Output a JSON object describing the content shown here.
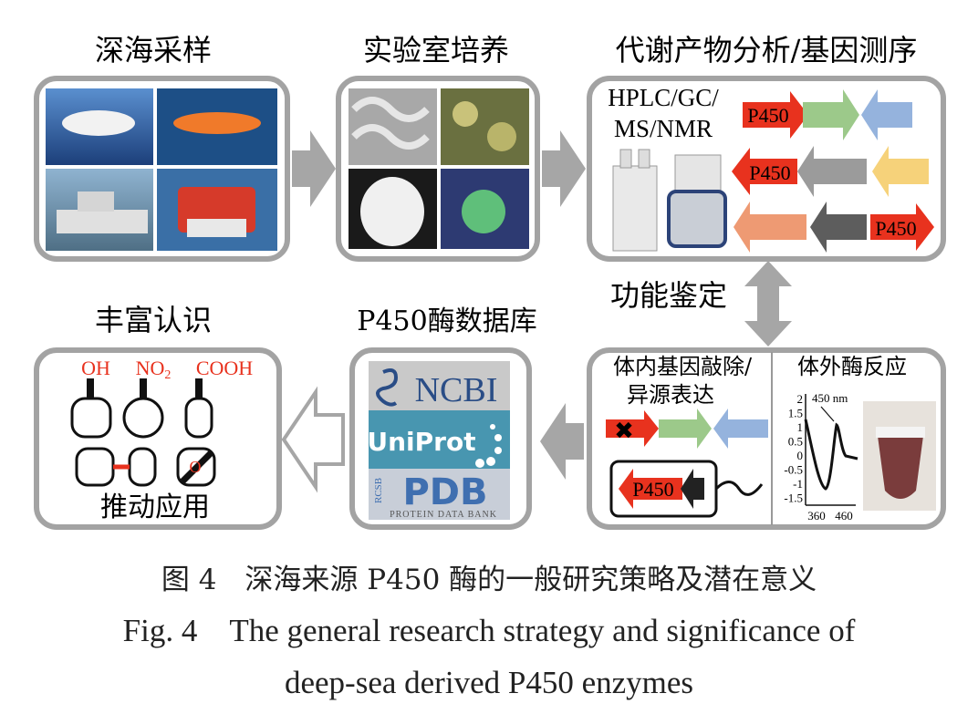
{
  "titles": {
    "sampling": "深海采样",
    "culture": "实验室培养",
    "analysis": "代谢产物分析/基因测序",
    "function": "功能鉴定",
    "knowledge": "丰富认识",
    "database": "P450酶数据库"
  },
  "analysis_box": {
    "instrument_line1": "HPLC/GC/",
    "instrument_line2": "MS/NMR",
    "gene_label": "P450"
  },
  "function_box": {
    "invivo_line1": "体内基因敲除/",
    "invivo_line2": "异源表达",
    "invitro": "体外酶反应",
    "gene_label": "P450",
    "spectrum": {
      "peak_label": "450 nm",
      "y_ticks": [
        "2",
        "1.5",
        "1",
        "0.5",
        "0",
        "-0.5",
        "-1",
        "-1.5"
      ],
      "x_ticks": [
        "360",
        "460"
      ]
    }
  },
  "database_box": {
    "ncbi": "NCBI",
    "uniprot": "UniProt",
    "pdb": "PDB",
    "rcsb": "RCSB",
    "pdb_sub": "PROTEIN DATA BANK"
  },
  "knowledge_box": {
    "groups": [
      "OH",
      "NO",
      "COOH"
    ],
    "no2_sub": "2",
    "o_label": "O",
    "application": "推动应用"
  },
  "caption": {
    "cn": "图 4　深海来源 P450 酶的一般研究策略及潜在意义",
    "en_line1": "Fig. 4　The general research strategy and significance of",
    "en_line2": "deep-sea derived P450 enzymes"
  },
  "colors": {
    "frame": "#a3a3a3",
    "p450_red": "#e8321e",
    "green": "#9cc98a",
    "blue": "#95b3dd",
    "gray": "#9b9b9b",
    "yellow": "#f6d27a",
    "salmon": "#ee9a73",
    "darkgray": "#5d5d5d",
    "ncbi_bg": "#c9c9c9",
    "uniprot_bg": "#4896b0",
    "pdb_bg": "#c8ced8"
  }
}
